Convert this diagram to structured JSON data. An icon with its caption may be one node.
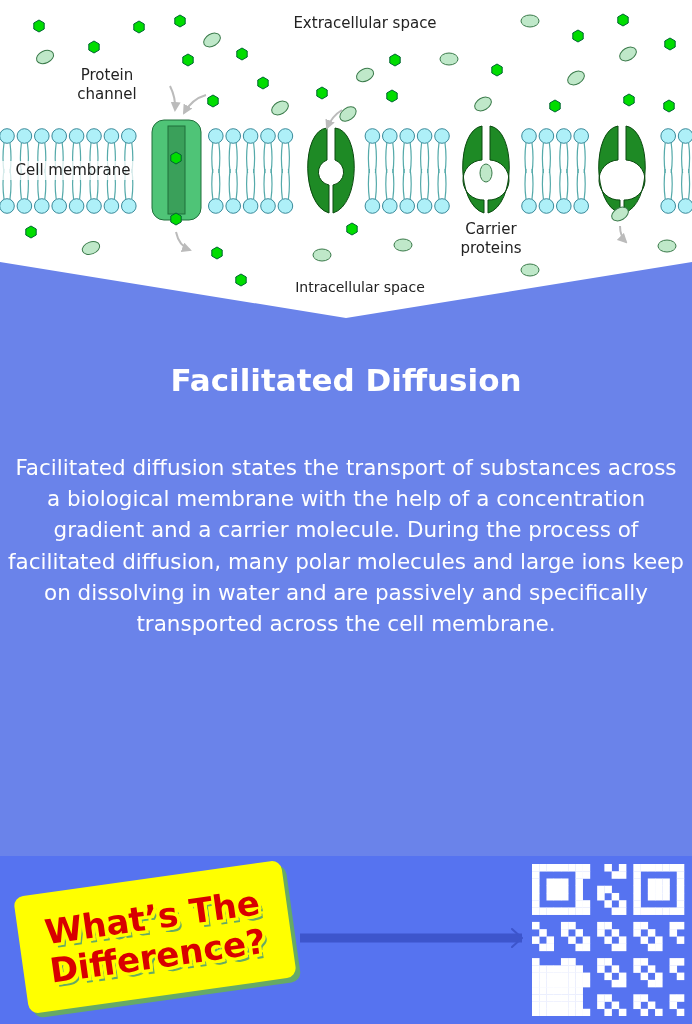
{
  "diagram": {
    "title": "Facilitated Diffusion",
    "caption": "Facilitated diffusion states the transport of substances across a biological membrane with the help of a concentration gradient and a carrier molecule. During the process of facilitated diffusion, many polar molecules and large ions keep on dissolving in water and are passively and specifically transported across the cell membrane.",
    "nodes": [
      {
        "text": [
          "What’s The Difference?"
        ]
      },
      {
        "text": [],
        "shape": "picture"
      }
    ],
    "edges": [
      {
        "from": 0,
        "to": 1,
        "arrow": "to"
      }
    ],
    "labels": [
      "Extracellular space",
      "Protein channel",
      "Cell membrane",
      "Carrier proteins",
      "Intracellular space"
    ]
  }
}
